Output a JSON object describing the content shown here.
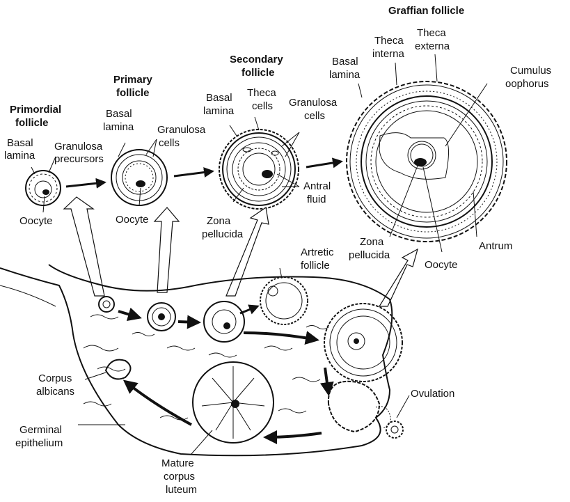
{
  "diagram": {
    "titles": {
      "primordial": [
        "Primordial",
        "follicle"
      ],
      "primary": [
        "Primary",
        "follicle"
      ],
      "secondary": [
        "Secondary",
        "follicle"
      ],
      "graffian": [
        "Graffian follicle"
      ]
    },
    "labels": {
      "primordial_basal_lamina": [
        "Basal",
        "lamina"
      ],
      "primordial_granulosa_precursors": [
        "Granulosa",
        "precursors"
      ],
      "primordial_oocyte": [
        "Oocyte"
      ],
      "primary_basal_lamina": [
        "Basal",
        "lamina"
      ],
      "primary_granulosa_cells": [
        "Granulosa",
        "cells"
      ],
      "primary_oocyte": [
        "Oocyte"
      ],
      "secondary_basal_lamina": [
        "Basal",
        "lamina"
      ],
      "secondary_theca_cells": [
        "Theca",
        "cells"
      ],
      "secondary_granulosa_cells": [
        "Granulosa",
        "cells"
      ],
      "secondary_antral_fluid": [
        "Antral",
        "fluid"
      ],
      "secondary_zona_pellucida": [
        "Zona",
        "pellucida"
      ],
      "graffian_basal_lamina": [
        "Basal",
        "lamina"
      ],
      "graffian_theca_interna": [
        "Theca",
        "interna"
      ],
      "graffian_theca_externa": [
        "Theca",
        "externa"
      ],
      "graffian_cumulus_oophorus": [
        "Cumulus",
        "oophorus"
      ],
      "graffian_zona_pellucida": [
        "Zona",
        "pellucida"
      ],
      "graffian_oocyte": [
        "Oocyte"
      ],
      "graffian_antrum": [
        "Antrum"
      ],
      "artretic_follicle": [
        "Artretic",
        "follicle"
      ],
      "corpus_albicans": [
        "Corpus",
        "albicans"
      ],
      "germinal_epithelium": [
        "Germinal",
        "epithelium"
      ],
      "mature_corpus_luteum": [
        "Mature",
        "corpus",
        "luteum"
      ],
      "ovulation": [
        "Ovulation"
      ]
    }
  }
}
